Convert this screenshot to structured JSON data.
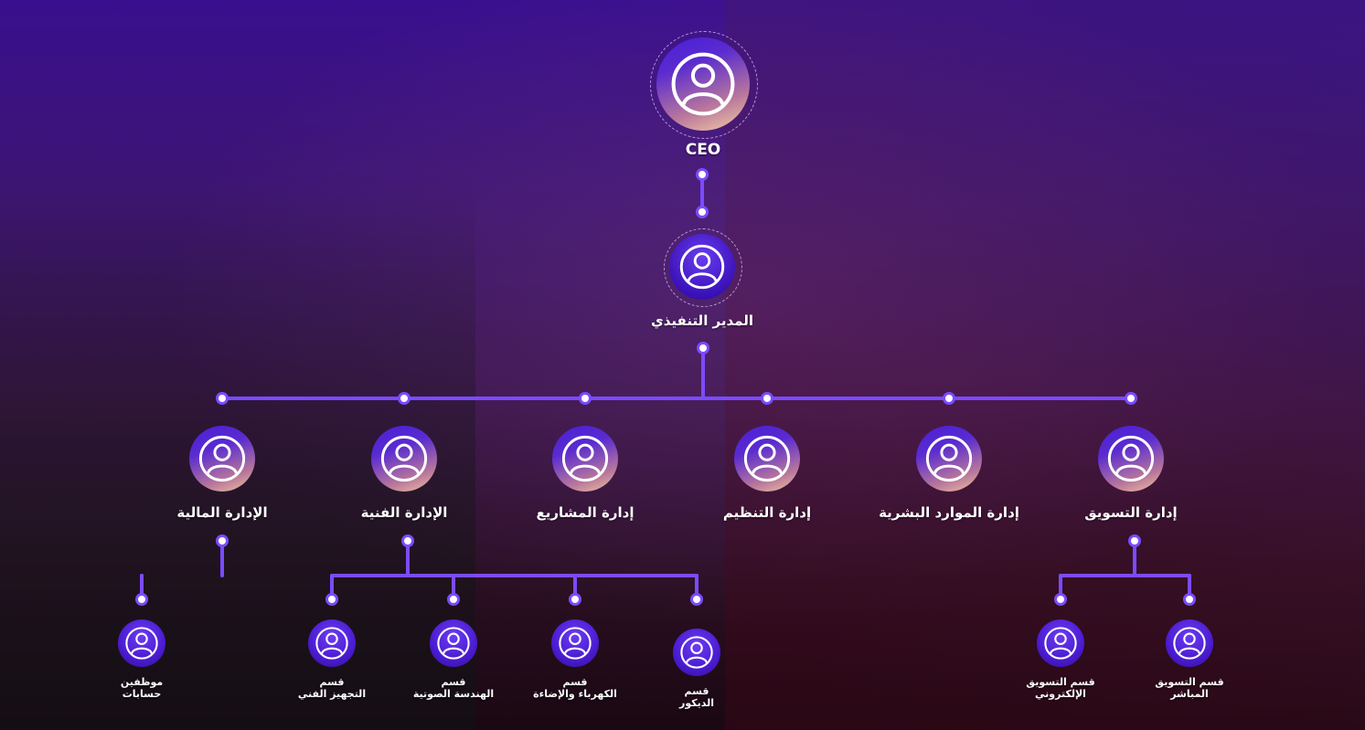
{
  "ceo": {
    "label": "CEO",
    "icon": "user-icon"
  },
  "executive": {
    "label": "المدير التنفيذي",
    "icon": "user-icon"
  },
  "departments": [
    {
      "id": "marketing",
      "label": "إدارة التسويق"
    },
    {
      "id": "hr",
      "label": "إدارة الموارد البشرية"
    },
    {
      "id": "organization",
      "label": "إدارة التنظيم"
    },
    {
      "id": "projects",
      "label": "إدارة المشاريع"
    },
    {
      "id": "technical",
      "label": "الإدارة الفنية"
    },
    {
      "id": "finance",
      "label": "الإدارة المالية"
    }
  ],
  "sub_units": {
    "finance": [
      {
        "label": "موظفين\nحسابات"
      }
    ],
    "technical": [
      {
        "label": "قسم\nالتجهيز الفني"
      },
      {
        "label": "قسم\nالهندسة الصوتية"
      },
      {
        "label": "قسم\nالكهرباء والإضاءة"
      },
      {
        "label": "قسم\nالديكور"
      }
    ],
    "marketing": [
      {
        "label": "قسم التسويق\nالإلكتروني"
      },
      {
        "label": "قسم التسويق\nالمباشر"
      }
    ]
  },
  "colors": {
    "connector": "#7b4bff",
    "dot": "#ffffff",
    "accent": "#5a2bd0"
  }
}
